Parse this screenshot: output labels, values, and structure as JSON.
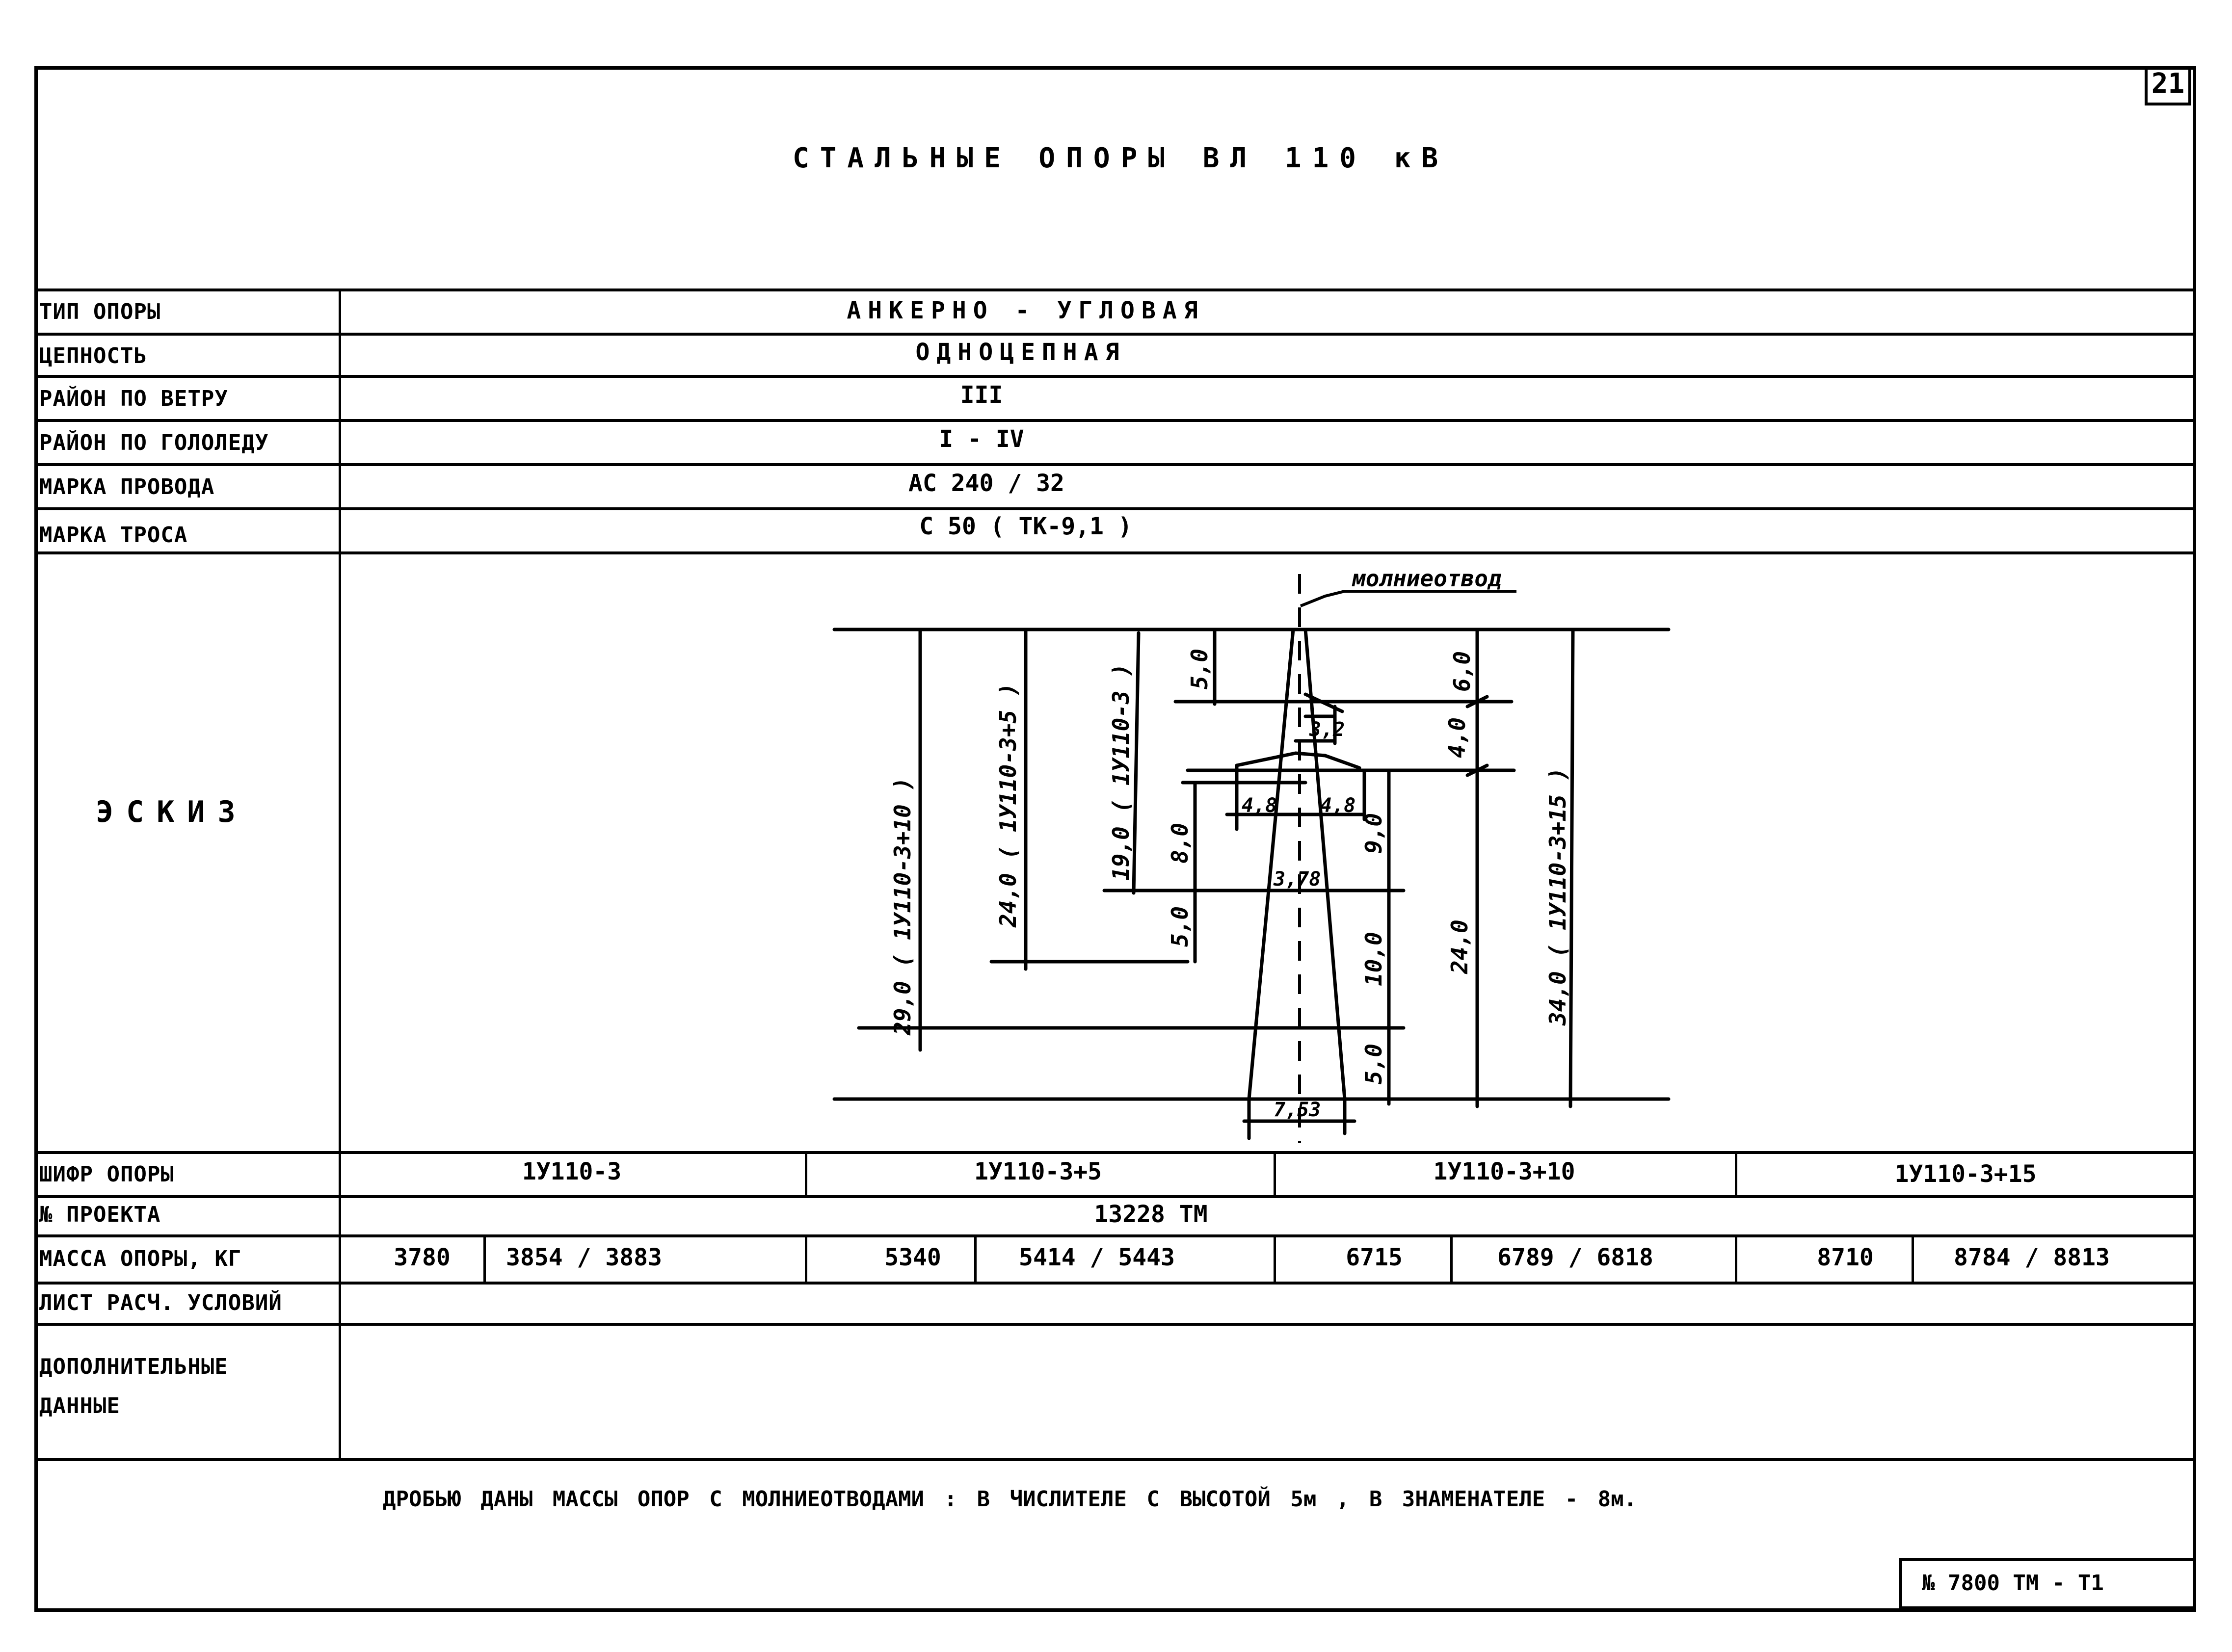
{
  "page_number": "21",
  "title": "СТАЛЬНЫЕ ОПОРЫ ВЛ 110 кВ",
  "properties": [
    {
      "label": "ТИП ОПОРЫ",
      "value": "АНКЕРНО - УГЛОВАЯ"
    },
    {
      "label": "ЦЕПНОСТЬ",
      "value": "ОДНОЦЕПНАЯ"
    },
    {
      "label": "РАЙОН ПО ВЕТРУ",
      "value": "III"
    },
    {
      "label": "РАЙОН ПО ГОЛОЛЕДУ",
      "value": "I - IV"
    },
    {
      "label": "МАРКА ПРОВОДА",
      "value": "АС 240 / 32"
    },
    {
      "label": "МАРКА ТРОСА",
      "value": "С 50 ( ТК-9,1 )"
    }
  ],
  "sketch": {
    "label": "ЭСКИЗ",
    "lightning_rod_label": "молниеотвод",
    "dimensions": {
      "total_heights": [
        "29,0 ( 1У110-3+10 )",
        "24,0 ( 1У110-3+5 )",
        "19,0 ( 1У110-3 )",
        "34,0 ( 1У110-3+15 )"
      ],
      "segments_left": [
        "5,0",
        "8,0",
        "5,0"
      ],
      "segments_right": [
        "6,0",
        "4,0",
        "9,0",
        "10,0",
        "5,0",
        "24,0"
      ],
      "crossarm_upper": "3,2",
      "crossarm_left": "4,8",
      "crossarm_right": "4,8",
      "waist_width": "3,78",
      "base_width": "7,53"
    }
  },
  "cipher": {
    "label": "ШИФР ОПОРЫ",
    "values": [
      "1У110-3",
      "1У110-3+5",
      "1У110-3+10",
      "1У110-3+15"
    ]
  },
  "project": {
    "label": "№ ПРОЕКТА",
    "value": "13228 ТМ"
  },
  "mass": {
    "label": "МАССА ОПОРЫ, КГ",
    "values": [
      {
        "base": "3780",
        "with_rod": "3854 / 3883"
      },
      {
        "base": "5340",
        "with_rod": "5414 / 5443"
      },
      {
        "base": "6715",
        "with_rod": "6789 / 6818"
      },
      {
        "base": "8710",
        "with_rod": "8784 / 8813"
      }
    ]
  },
  "calc_sheet": {
    "label": "ЛИСТ РАСЧ. УСЛОВИЙ",
    "value": ""
  },
  "extra": {
    "label_line1": "ДОПОЛНИТЕЛЬНЫЕ",
    "label_line2": "ДАННЫЕ",
    "value": ""
  },
  "note": "ДРОБЬЮ ДАНЫ МАССЫ ОПОР С МОЛНИЕОТВОДАМИ : В ЧИСЛИТЕЛЕ С ВЫСОТОЙ 5м , В ЗНАМЕНАТЕЛЕ - 8м.",
  "stamp": "№ 7800 ТМ - Т1"
}
